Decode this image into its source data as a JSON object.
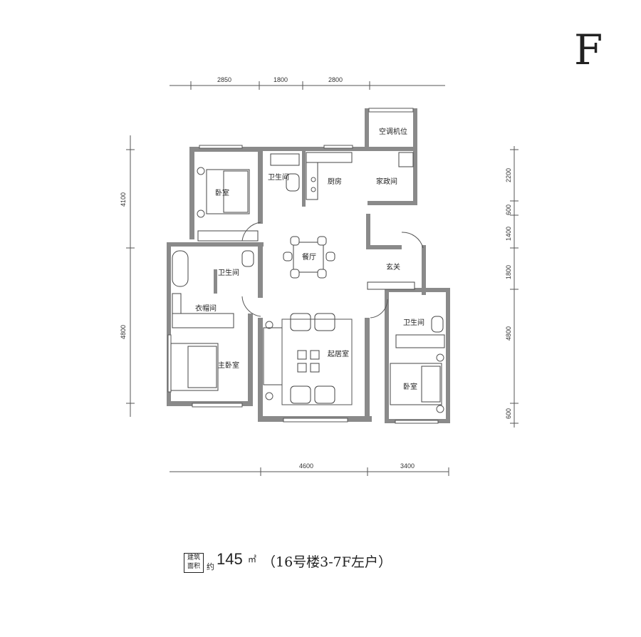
{
  "plan_label": "F",
  "rooms": {
    "bedroom_nw": "卧室",
    "bath_top": "卫生间",
    "kitchen": "厨房",
    "housekeeping": "家政间",
    "ac_platform": "空调机位",
    "dining": "餐厅",
    "foyer": "玄关",
    "bath_master": "卫生间",
    "closet": "衣帽间",
    "master_bedroom": "主卧室",
    "living": "起居室",
    "bath_east": "卫生间",
    "bedroom_se": "卧室"
  },
  "dimensions": {
    "top": [
      "2850",
      "1800",
      "2800"
    ],
    "left": [
      "4100",
      "4800"
    ],
    "right": [
      "2200",
      "600",
      "1400",
      "1800",
      "4800",
      "600"
    ],
    "bottom": [
      "4600",
      "3400"
    ]
  },
  "footer": {
    "badge_line1": "建筑",
    "badge_line2": "面积",
    "approx": "约",
    "area_value": "145",
    "area_unit": "㎡",
    "building": "（16号楼3-7F左户）"
  },
  "colors": {
    "wall": "#8a8a8a",
    "line": "#444444"
  }
}
